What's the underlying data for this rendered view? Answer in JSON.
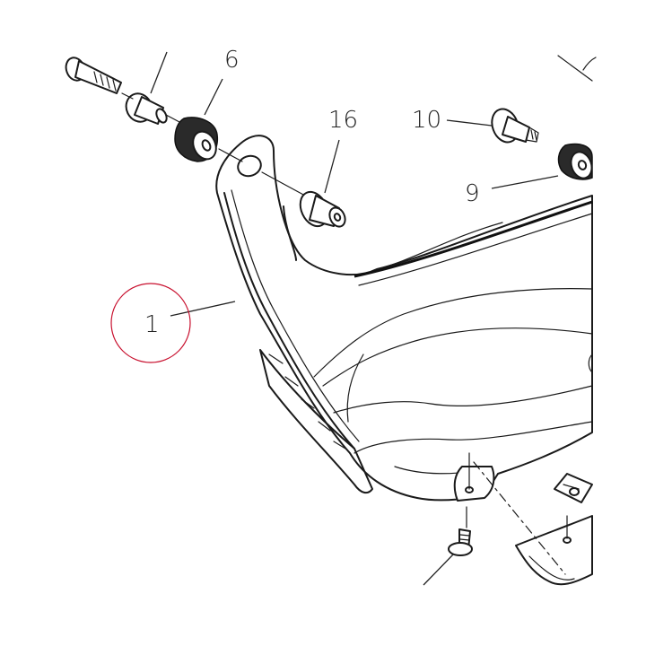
{
  "callouts": {
    "part_1": "1",
    "part_6": "6",
    "part_16": "16",
    "part_10": "10",
    "part_9": "9"
  },
  "colors": {
    "line": "#1a1a1a",
    "highlight_circle": "#c8102e",
    "background": "#ffffff"
  }
}
